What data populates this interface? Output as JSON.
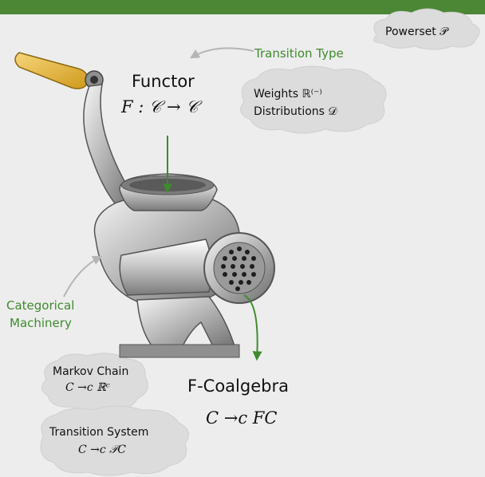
{
  "colors": {
    "header": "#4b8735",
    "accent": "#3f8a2e",
    "background": "#ededed",
    "cloud": "#dcdcdc"
  },
  "icons": {
    "grinder": "meat-grinder-icon"
  },
  "labels": {
    "functor": "Functor",
    "functor_formula": "F : 𝒞 → 𝒞",
    "transition_type": "Transition Type",
    "powerset": "Powerset 𝒫",
    "weights": "Weights ℝ⁽⁻⁾",
    "distributions": "Distributions 𝒟",
    "categorical": "Categorical",
    "machinery": "Machinery",
    "markov_chain": "Markov Chain",
    "markov_formula": "C →c ℝᶜ",
    "transition_system": "Transition System",
    "transition_formula": "C →c 𝒫C",
    "f_coalgebra": "F-Coalgebra",
    "coalgebra_formula": "C →c FC"
  }
}
